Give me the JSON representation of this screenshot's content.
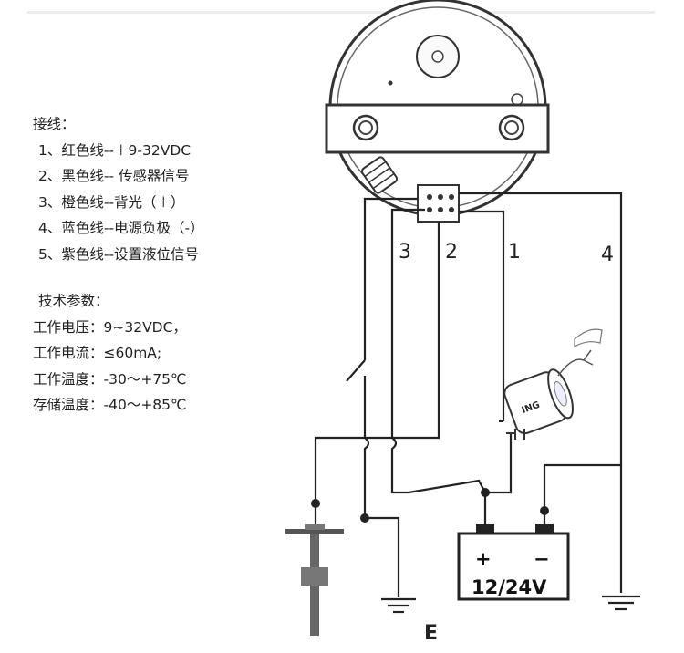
{
  "wiring": {
    "title": "接线：",
    "items": [
      "1、红色线--＋9-32VDC",
      "2、黑色线-- 传感器信号",
      "3、橙色线--背光（＋）",
      "4、蓝色线--电源负极（-）",
      "5、紫色线--设置液位信号"
    ]
  },
  "specs": {
    "title": "技术参数：",
    "items": [
      "工作电压：9~32VDC，",
      "工作电流：≤60mA;",
      "工作温度：-30～+75℃",
      "存储温度：-40～+85℃"
    ]
  },
  "diagram": {
    "wire_labels": [
      "3",
      "2",
      "1",
      "4"
    ],
    "ground_label": "E",
    "ignition_label": "ING",
    "battery": {
      "plus": "+",
      "minus": "−",
      "voltage": "12/24V"
    }
  }
}
